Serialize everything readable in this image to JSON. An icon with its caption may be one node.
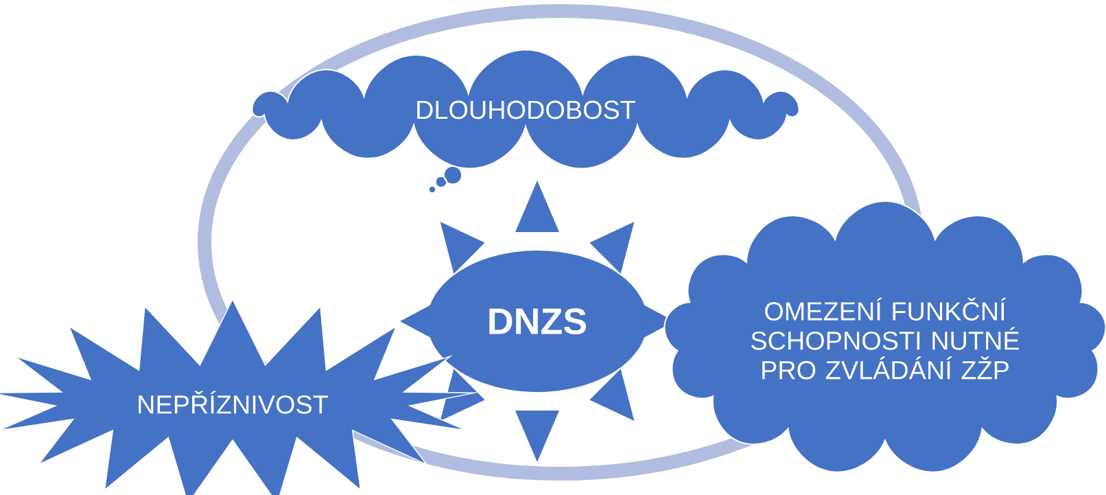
{
  "diagram": {
    "nodes": [
      {
        "text": [
          "DLOUHODOBOST"
        ]
      },
      {
        "text": [
          "DNZS"
        ]
      },
      {
        "text": [
          "OMEZENÍ FUNKČNÍ SCHOPNOSTI NUTNÉ PRO ZVLÁDÁNÍ ZŽP"
        ]
      },
      {
        "text": [
          "NEPŘÍZNIVOST"
        ]
      }
    ]
  }
}
